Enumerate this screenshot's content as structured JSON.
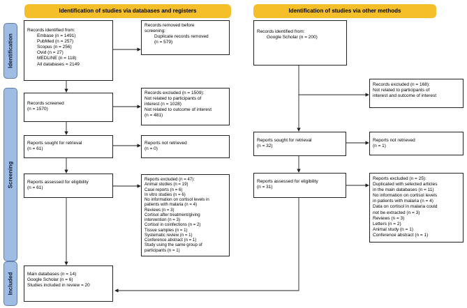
{
  "headers": {
    "left": "Identification of studies via databases and registers",
    "right": "Identification of studies via other methods"
  },
  "phases": {
    "identification": "Identification",
    "screening": "Screening",
    "included": "Included"
  },
  "left": {
    "identified": {
      "title": "Records identified from:",
      "items": [
        "Embase (n = 1491)",
        "PubMed (n = 257)",
        "Scopus (n = 256)",
        "Ovid (n = 27)",
        "MEDLINE (n = 118)",
        "All databases = 2149"
      ]
    },
    "removed": {
      "lines": [
        "Records removed before",
        "screening:",
        "Duplicate records removed",
        "(n = 579)"
      ]
    },
    "screened": {
      "lines": [
        "Records screened",
        "(n = 1570)"
      ]
    },
    "excluded": {
      "lines": [
        "Records excluded (n = 1509):",
        "Not related to participants of",
        "interest (n = 1028)",
        "Not related to outcome of interest",
        "(n = 481)"
      ]
    },
    "sought": {
      "lines": [
        "Reports sought for retrieval",
        "(n = 61)"
      ]
    },
    "not_retrieved": {
      "lines": [
        "Reports not retrieved",
        "(n = 0)"
      ]
    },
    "assessed": {
      "lines": [
        "Reports assessed for eligibility",
        "(n = 61)"
      ]
    },
    "reports_excluded": {
      "lines": [
        "Reports excluded (n = 47):",
        "Animal studies (n = 19)",
        "Case reports (n = 6)",
        "In vitro studies (n = 6)",
        "No information on cortisol levels in",
        "patients with malaria (n = 4)",
        "Reviews (n = 3)",
        "Cortisol after treatment/giving",
        "intervention (n = 3)",
        "Cortisol in coinfections (n = 2)",
        "Tissue samples (n = 1)",
        "Systematic review (n = 1)",
        "Conference abstract (n = 1)",
        "Study using the same group of",
        "participants (n = 1)"
      ]
    },
    "included": {
      "lines": [
        "Main databases (n = 14)",
        "Google Scholar (n = 6)",
        "Studies included in review = 20"
      ]
    }
  },
  "right": {
    "identified": {
      "lines": [
        "Records identified from:",
        "Google Scholar (n = 200)"
      ]
    },
    "excluded": {
      "lines": [
        "Records excluded (n = 168):",
        "Not related to participants of",
        "interest and outcome of interest"
      ]
    },
    "sought": {
      "lines": [
        "Reports sought for retrieval",
        "(n = 32)"
      ]
    },
    "not_retrieved": {
      "lines": [
        "Reports not retrieved",
        "(n = 1)"
      ]
    },
    "assessed": {
      "lines": [
        "Reports assessed for eligibility",
        "(n = 31)"
      ]
    },
    "reports_excluded": {
      "lines": [
        "Reports excluded (n = 25):",
        "Duplicated with selected articles",
        "in the main databases (n = 11)",
        "No information on cortisol levels",
        "in patients with malaria (n = 4)",
        "Data on cortisol in malaria could",
        "not be extracted (n = 3)",
        "Reviews (n = 3)",
        "Letters (n = 2)",
        "Animal study (n = 1)",
        "Conference abstract (n = 1)"
      ]
    }
  }
}
